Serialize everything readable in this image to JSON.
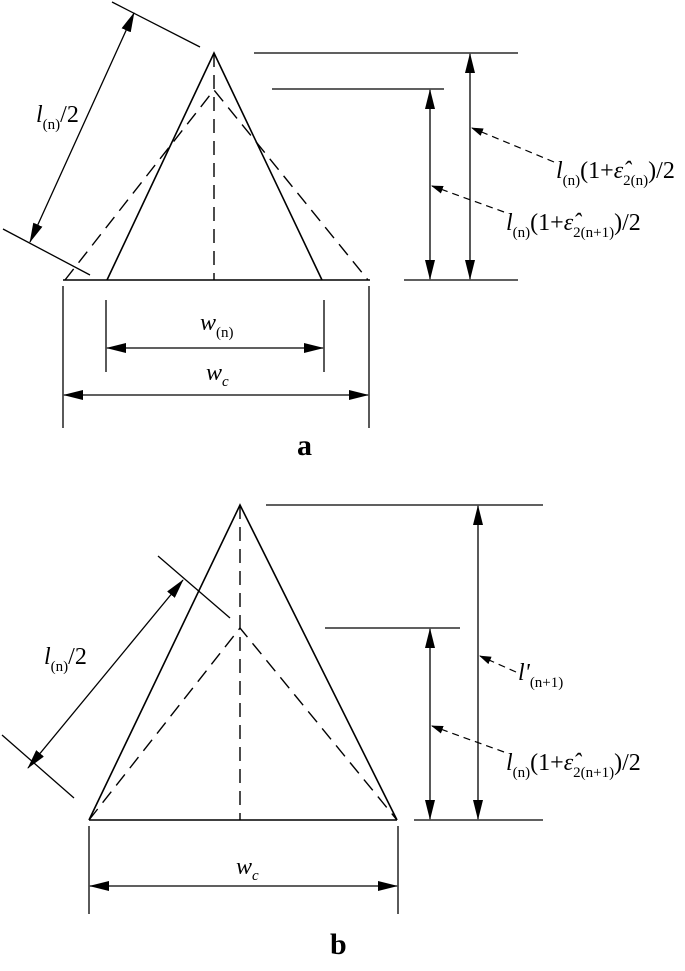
{
  "panel_a": {
    "panel_label": "a",
    "label_half_length": {
      "sym": "l",
      "sub": "(n)",
      "tail": "/2"
    },
    "label_top_right": {
      "sym": "l",
      "sub": "(n)",
      "mid": "(1+",
      "eps": "ε̂",
      "epssub": "2(n)",
      "tail": ")/2"
    },
    "label_lower_right": {
      "sym": "l",
      "sub": "(n)",
      "mid": "(1+",
      "eps": "ε̂",
      "epssub": "2(n+1)",
      "tail": ")/2"
    },
    "label_inner_width": {
      "sym": "w",
      "sub": "(n)"
    },
    "label_outer_width": {
      "sym": "w",
      "sub": "c"
    }
  },
  "panel_b": {
    "panel_label": "b",
    "label_half_length": {
      "sym": "l",
      "sub": "(n)",
      "tail": "/2"
    },
    "label_top_right": {
      "sym": "l'",
      "sub": "(n+1)"
    },
    "label_lower_right": {
      "sym": "l",
      "sub": "(n)",
      "mid": "(1+",
      "eps": "ε̂",
      "epssub": "2(n+1)",
      "tail": ")/2"
    },
    "label_width": {
      "sym": "w",
      "sub": "c"
    }
  }
}
